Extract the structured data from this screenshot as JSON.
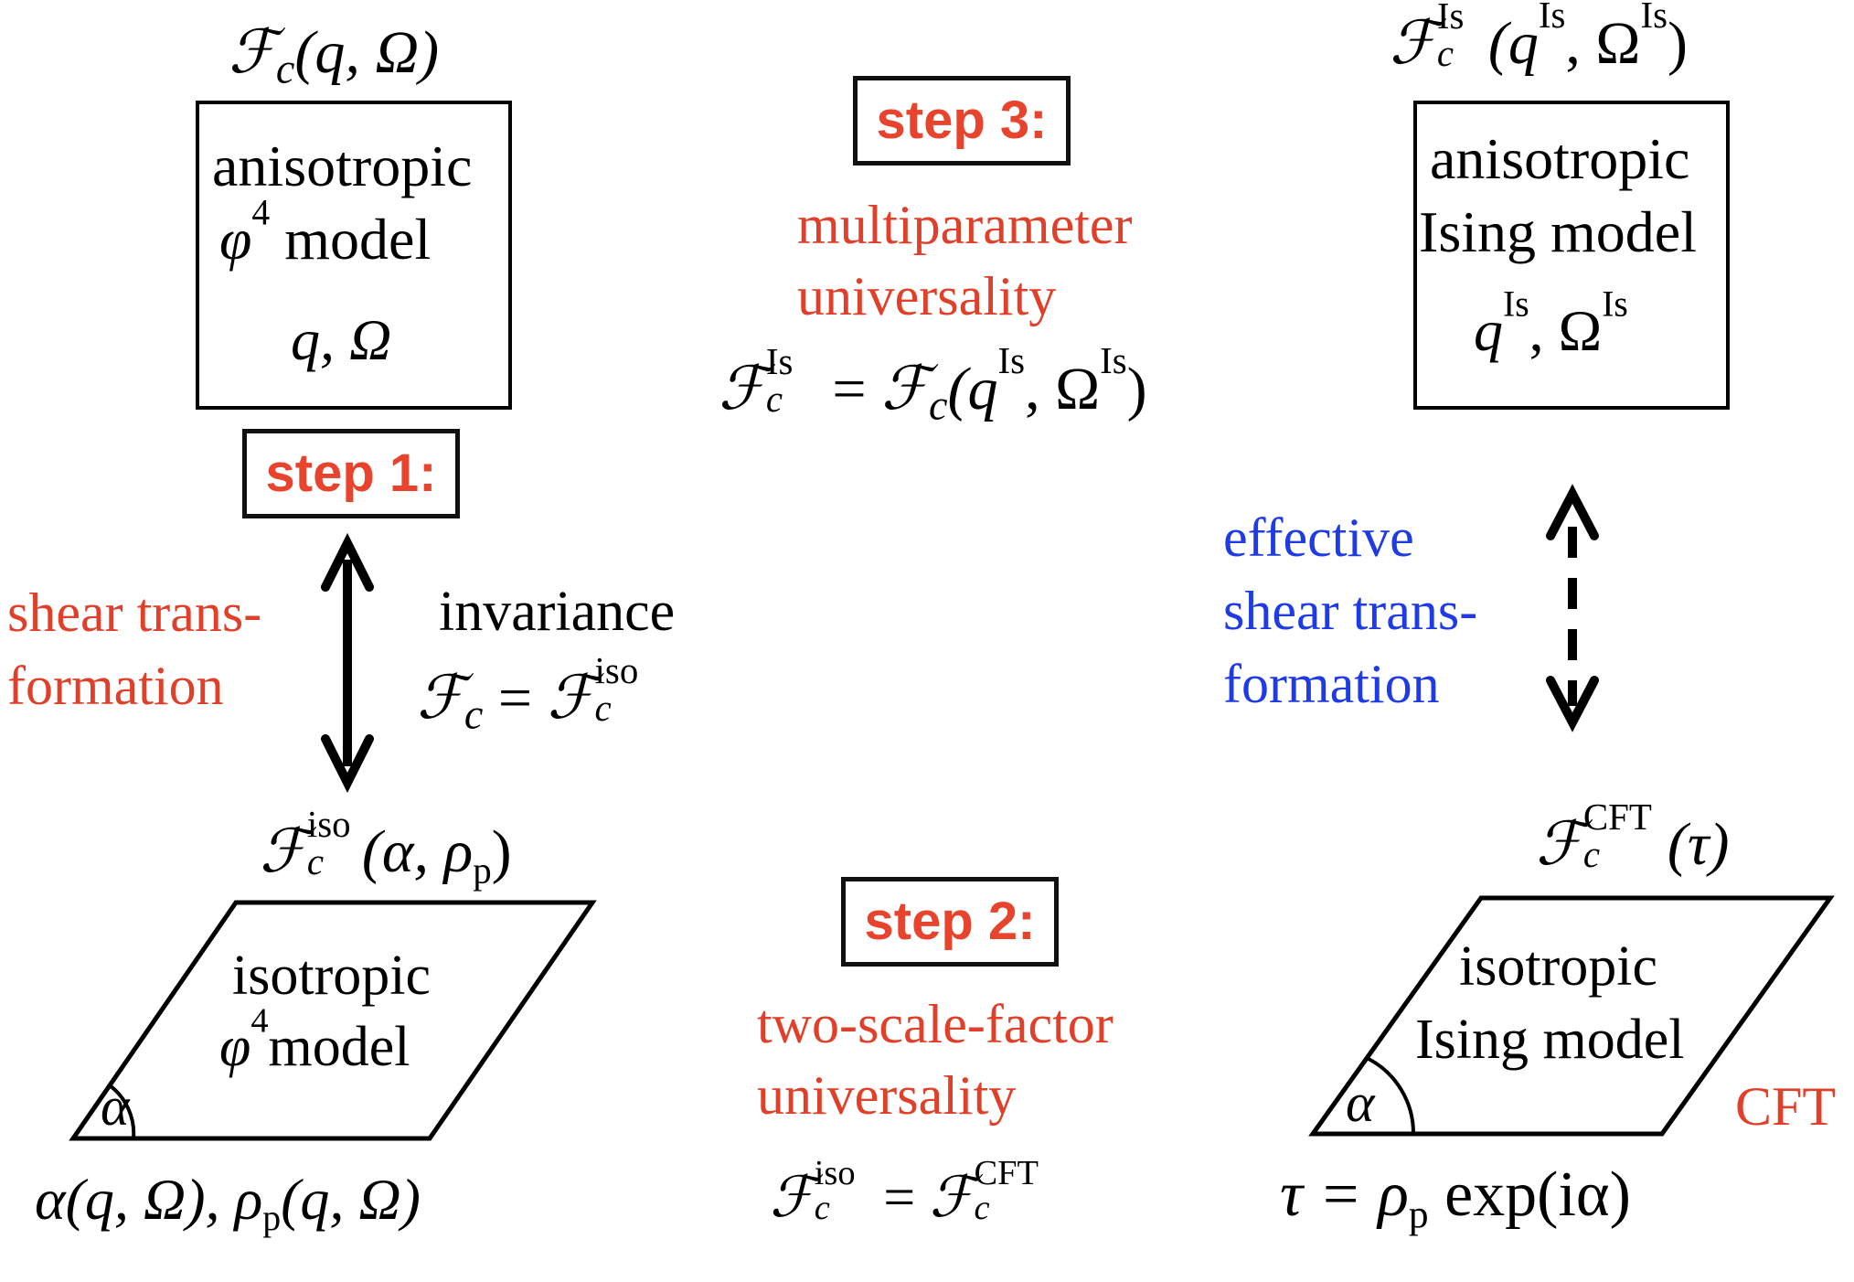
{
  "steps": {
    "step1": "step 1:",
    "step2": "step 2:",
    "step3": "step 3:"
  },
  "top_left": {
    "box_line1": "anisotropic",
    "box_line2": "model",
    "box_phi": "φ",
    "box_phi_exp": "4",
    "box_params": "q, Ω",
    "header_F": "ℱ",
    "header_sub": "c",
    "header_args": "(q, Ω)"
  },
  "top_right": {
    "box_line1": "anisotropic",
    "box_line2": "Ising model",
    "box_q": "q",
    "box_omega": "Ω",
    "box_sup": "Is",
    "header_F": "ℱ",
    "header_sub": "c",
    "header_sup": "Is",
    "header_args": "(q",
    "header_args2": ", Ω",
    "header_close": ")"
  },
  "step3_text": {
    "line1": "multiparameter",
    "line2": "universality",
    "eq_lhs_sup": "Is",
    "eq_lhs_sub": "c",
    "eq_mid": " = ",
    "eq_rhs": "(q",
    "eq_rhs2": ", Ω",
    "eq_close": ")"
  },
  "left_middle": {
    "red_line1": "shear trans-",
    "red_line2": "formation",
    "inv_line1": "invariance",
    "inv_eq_sub": "c",
    "inv_eq_mid": " = ",
    "inv_eq_sup": "iso",
    "inv_eq_sub2": "c"
  },
  "right_middle": {
    "blue_line1": "effective",
    "blue_line2": "shear trans-",
    "blue_line3": "formation"
  },
  "bottom_left": {
    "header_sup": "iso",
    "header_sub": "c",
    "header_args": "(α, ρ",
    "header_p": "p",
    "header_close": ")",
    "para_line1": "isotropic",
    "para_phi": "φ",
    "para_phi_exp": "4",
    "para_line2": "model",
    "angle_label": "α",
    "footer": "α(q, Ω), ρ",
    "footer_p": "p",
    "footer_rest": "(q, Ω)"
  },
  "step2_text": {
    "line1": "two-scale-factor",
    "line2": "universality",
    "eq_sup1": "iso",
    "eq_sub1": "c",
    "eq_mid": " = ",
    "eq_sup2": "CFT",
    "eq_sub2": "c"
  },
  "bottom_right": {
    "header_sup": "CFT",
    "header_sub": "c",
    "header_args": "(τ)",
    "para_line1": "isotropic",
    "para_line2": "Ising model",
    "angle_label": "α",
    "cft_label": "CFT",
    "footer": "τ = ρ",
    "footer_p": "p",
    "footer_rest": " exp(iα)"
  },
  "colors": {
    "red": "#e0402a",
    "blue": "#1f3be6",
    "step_red": "#e8432c"
  }
}
